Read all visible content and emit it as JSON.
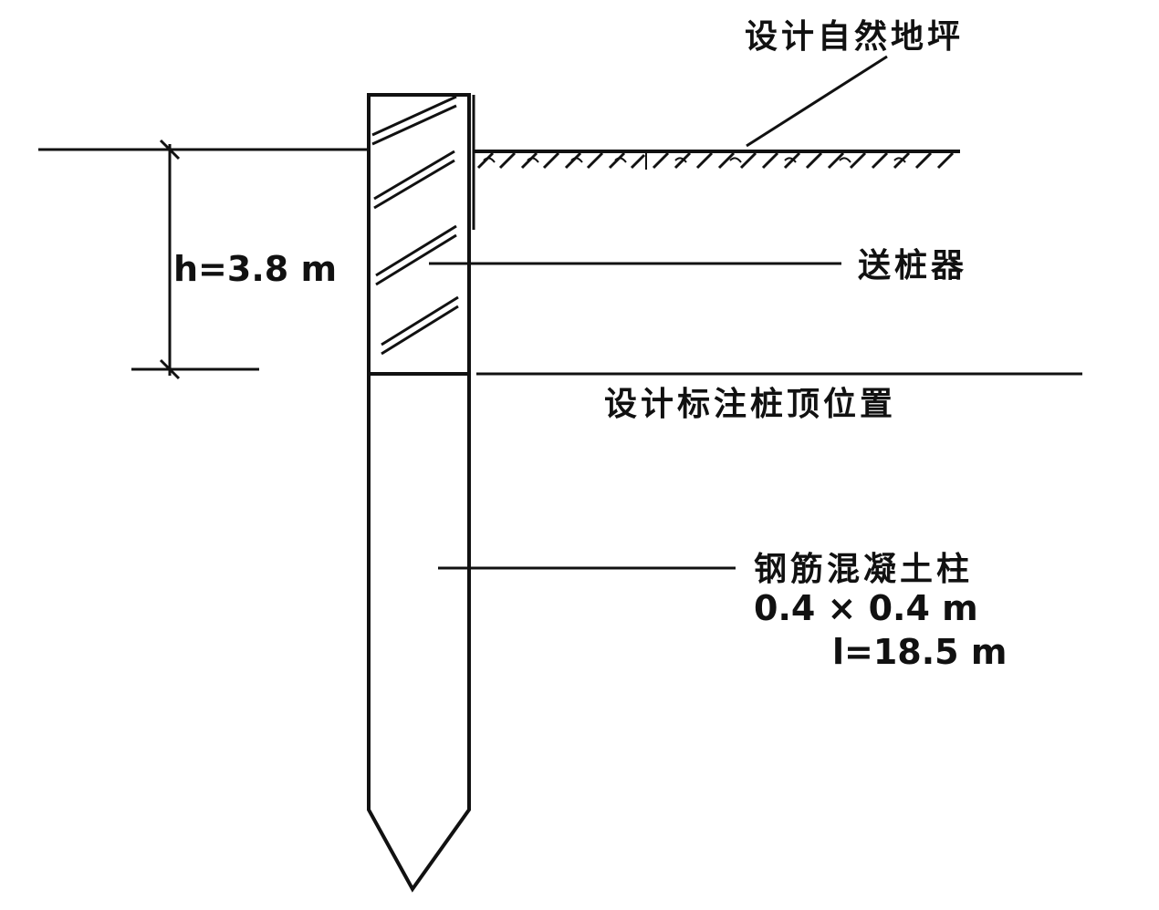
{
  "labels": {
    "ground": "设计自然地坪",
    "follower": "送桩器",
    "pile_top": "设计标注桩顶位置",
    "pile": "钢筋混凝土柱",
    "pile_section": "0.4 × 0.4 m",
    "pile_length": "l=18.5 m",
    "depth": "h=3.8 m"
  },
  "colors": {
    "line": "#111111",
    "background": "#ffffff"
  }
}
